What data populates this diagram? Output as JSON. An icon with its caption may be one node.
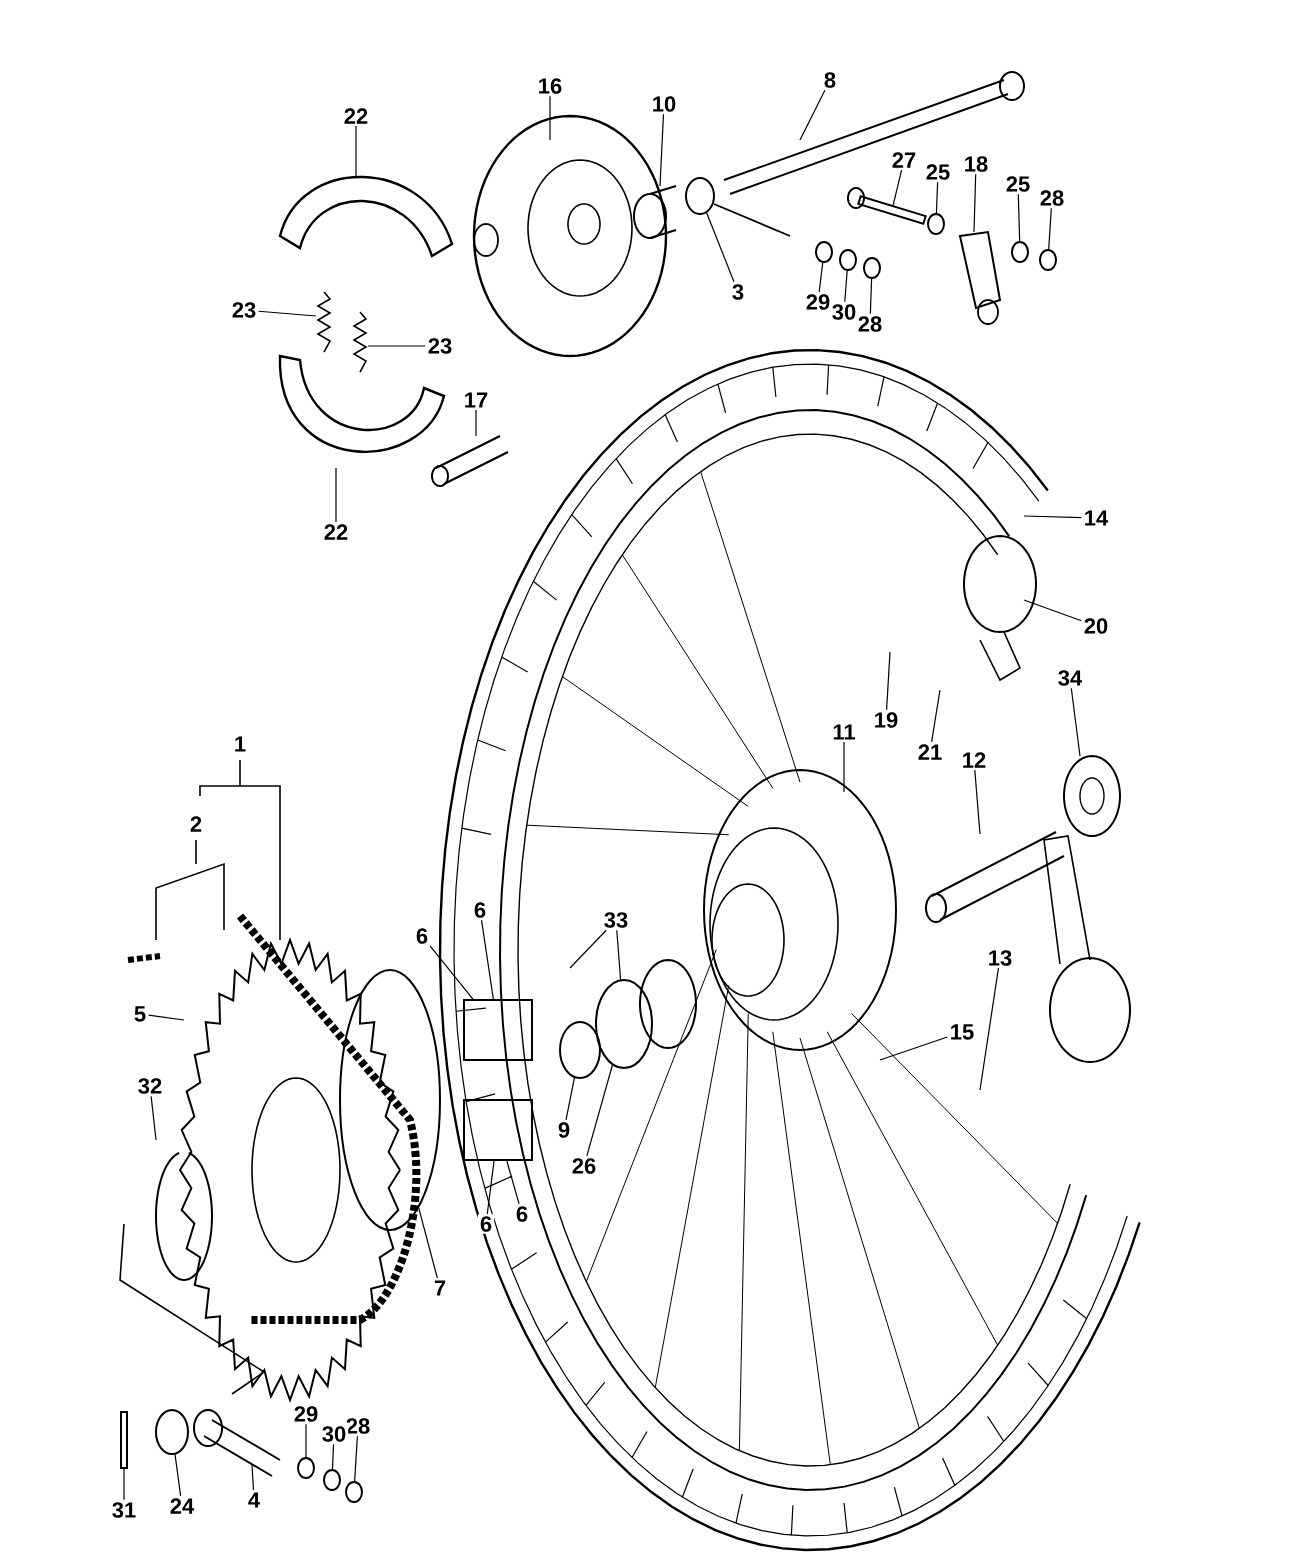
{
  "diagram": {
    "nodes": [
      {
        "text": [
          "8"
        ]
      },
      {
        "text": [
          "16"
        ]
      },
      {
        "text": [
          "10"
        ]
      },
      {
        "text": [
          "22"
        ]
      },
      {
        "text": [
          "27"
        ]
      },
      {
        "text": [
          "18"
        ]
      },
      {
        "text": [
          "25"
        ]
      },
      {
        "text": [
          "25"
        ]
      },
      {
        "text": [
          "28"
        ]
      },
      {
        "text": [
          "3"
        ]
      },
      {
        "text": [
          "29"
        ]
      },
      {
        "text": [
          "23"
        ]
      },
      {
        "text": [
          "30"
        ]
      },
      {
        "text": [
          "28"
        ]
      },
      {
        "text": [
          "23"
        ]
      },
      {
        "text": [
          "17"
        ]
      },
      {
        "text": [
          "14"
        ]
      },
      {
        "text": [
          "22"
        ]
      },
      {
        "text": [
          "20"
        ]
      },
      {
        "text": [
          "34"
        ]
      },
      {
        "text": [
          "19"
        ]
      },
      {
        "text": [
          "11"
        ]
      },
      {
        "text": [
          "1"
        ]
      },
      {
        "text": [
          "21"
        ]
      },
      {
        "text": [
          "12"
        ]
      },
      {
        "text": [
          "2"
        ]
      },
      {
        "text": [
          "6"
        ]
      },
      {
        "text": [
          "6"
        ]
      },
      {
        "text": [
          "33"
        ]
      },
      {
        "text": [
          "13"
        ]
      },
      {
        "text": [
          "5"
        ]
      },
      {
        "text": [
          "15"
        ]
      },
      {
        "text": [
          "32"
        ]
      },
      {
        "text": [
          "9"
        ]
      },
      {
        "text": [
          "26"
        ]
      },
      {
        "text": [
          "6"
        ]
      },
      {
        "text": [
          "6"
        ]
      },
      {
        "text": [
          "7"
        ]
      },
      {
        "text": [
          "29"
        ]
      },
      {
        "text": [
          "28"
        ]
      },
      {
        "text": [
          "30"
        ]
      },
      {
        "text": [
          "4"
        ]
      },
      {
        "text": [
          "24"
        ]
      },
      {
        "text": [
          "31"
        ]
      },
      {
        "text": [],
        "shape": "circle"
      },
      {
        "text": [],
        "shape": "circle"
      },
      {
        "text": [],
        "shape": "circle"
      },
      {
        "text": [],
        "shape": "circle"
      },
      {
        "text": [],
        "shape": "circle"
      },
      {
        "text": [],
        "shape": "circle"
      },
      {
        "text": [],
        "shape": "circle"
      },
      {
        "text": [],
        "shape": "circle"
      },
      {
        "text": [],
        "shape": "circle"
      },
      {
        "text": [],
        "shape": "circle"
      },
      {
        "text": [],
        "shape": "bar"
      },
      {
        "text": [],
        "shape": "circle"
      },
      {
        "text": [],
        "shape": "circle"
      },
      {
        "text": [],
        "shape": "box"
      },
      {
        "text": [],
        "shape": "circle"
      },
      {
        "text": [],
        "shape": "box"
      },
      {
        "text": [],
        "shape": "bar"
      },
      {
        "text": [],
        "shape": "circle"
      }
    ],
    "edges": [
      {
        "from": 0,
        "to": null,
        "arrow": "none"
      },
      {
        "from": 1,
        "to": null,
        "arrow": "none"
      },
      {
        "from": 2,
        "to": null,
        "arrow": "none"
      },
      {
        "from": 3,
        "to": null,
        "arrow": "none"
      },
      {
        "from": 4,
        "to": 60,
        "arrow": "none"
      },
      {
        "from": 5,
        "to": null,
        "arrow": "none"
      },
      {
        "from": 6,
        "to": 44,
        "arrow": "none"
      },
      {
        "from": 7,
        "to": 45,
        "arrow": "none"
      },
      {
        "from": 8,
        "to": 46,
        "arrow": "none"
      },
      {
        "from": 9,
        "to": 61,
        "arrow": "none"
      },
      {
        "from": 10,
        "to": 47,
        "arrow": "none"
      },
      {
        "from": 11,
        "to": null,
        "arrow": "none"
      },
      {
        "from": 12,
        "to": 48,
        "arrow": "none"
      },
      {
        "from": 13,
        "to": 49,
        "arrow": "none"
      },
      {
        "from": 14,
        "to": null,
        "arrow": "none"
      },
      {
        "from": 15,
        "to": null,
        "arrow": "none"
      },
      {
        "from": 16,
        "to": null,
        "arrow": "none"
      },
      {
        "from": 17,
        "to": null,
        "arrow": "none"
      },
      {
        "from": 18,
        "to": null,
        "arrow": "none"
      },
      {
        "from": 19,
        "to": null,
        "arrow": "none"
      },
      {
        "from": 20,
        "to": null,
        "arrow": "none"
      },
      {
        "from": 21,
        "to": null,
        "arrow": "none"
      },
      {
        "from": 23,
        "to": null,
        "arrow": "none"
      },
      {
        "from": 24,
        "to": null,
        "arrow": "none"
      },
      {
        "from": 26,
        "to": 57,
        "arrow": "none"
      },
      {
        "from": 27,
        "to": 57,
        "arrow": "none"
      },
      {
        "from": 28,
        "to": null,
        "arrow": "none"
      },
      {
        "from": 28,
        "to": 56,
        "arrow": "none"
      },
      {
        "from": 29,
        "to": null,
        "arrow": "none"
      },
      {
        "from": 30,
        "to": null,
        "arrow": "none"
      },
      {
        "from": 31,
        "to": null,
        "arrow": "none"
      },
      {
        "from": 32,
        "to": null,
        "arrow": "none"
      },
      {
        "from": 33,
        "to": 55,
        "arrow": "none"
      },
      {
        "from": 34,
        "to": 56,
        "arrow": "none"
      },
      {
        "from": 35,
        "to": 59,
        "arrow": "none"
      },
      {
        "from": 36,
        "to": 59,
        "arrow": "none"
      },
      {
        "from": 37,
        "to": 58,
        "arrow": "none"
      },
      {
        "from": 38,
        "to": 50,
        "arrow": "none"
      },
      {
        "from": 39,
        "to": 51,
        "arrow": "none"
      },
      {
        "from": 40,
        "to": 52,
        "arrow": "none"
      },
      {
        "from": 41,
        "to": null,
        "arrow": "none"
      },
      {
        "from": 42,
        "to": 53,
        "arrow": "none"
      },
      {
        "from": 43,
        "to": 54,
        "arrow": "none"
      }
    ]
  }
}
